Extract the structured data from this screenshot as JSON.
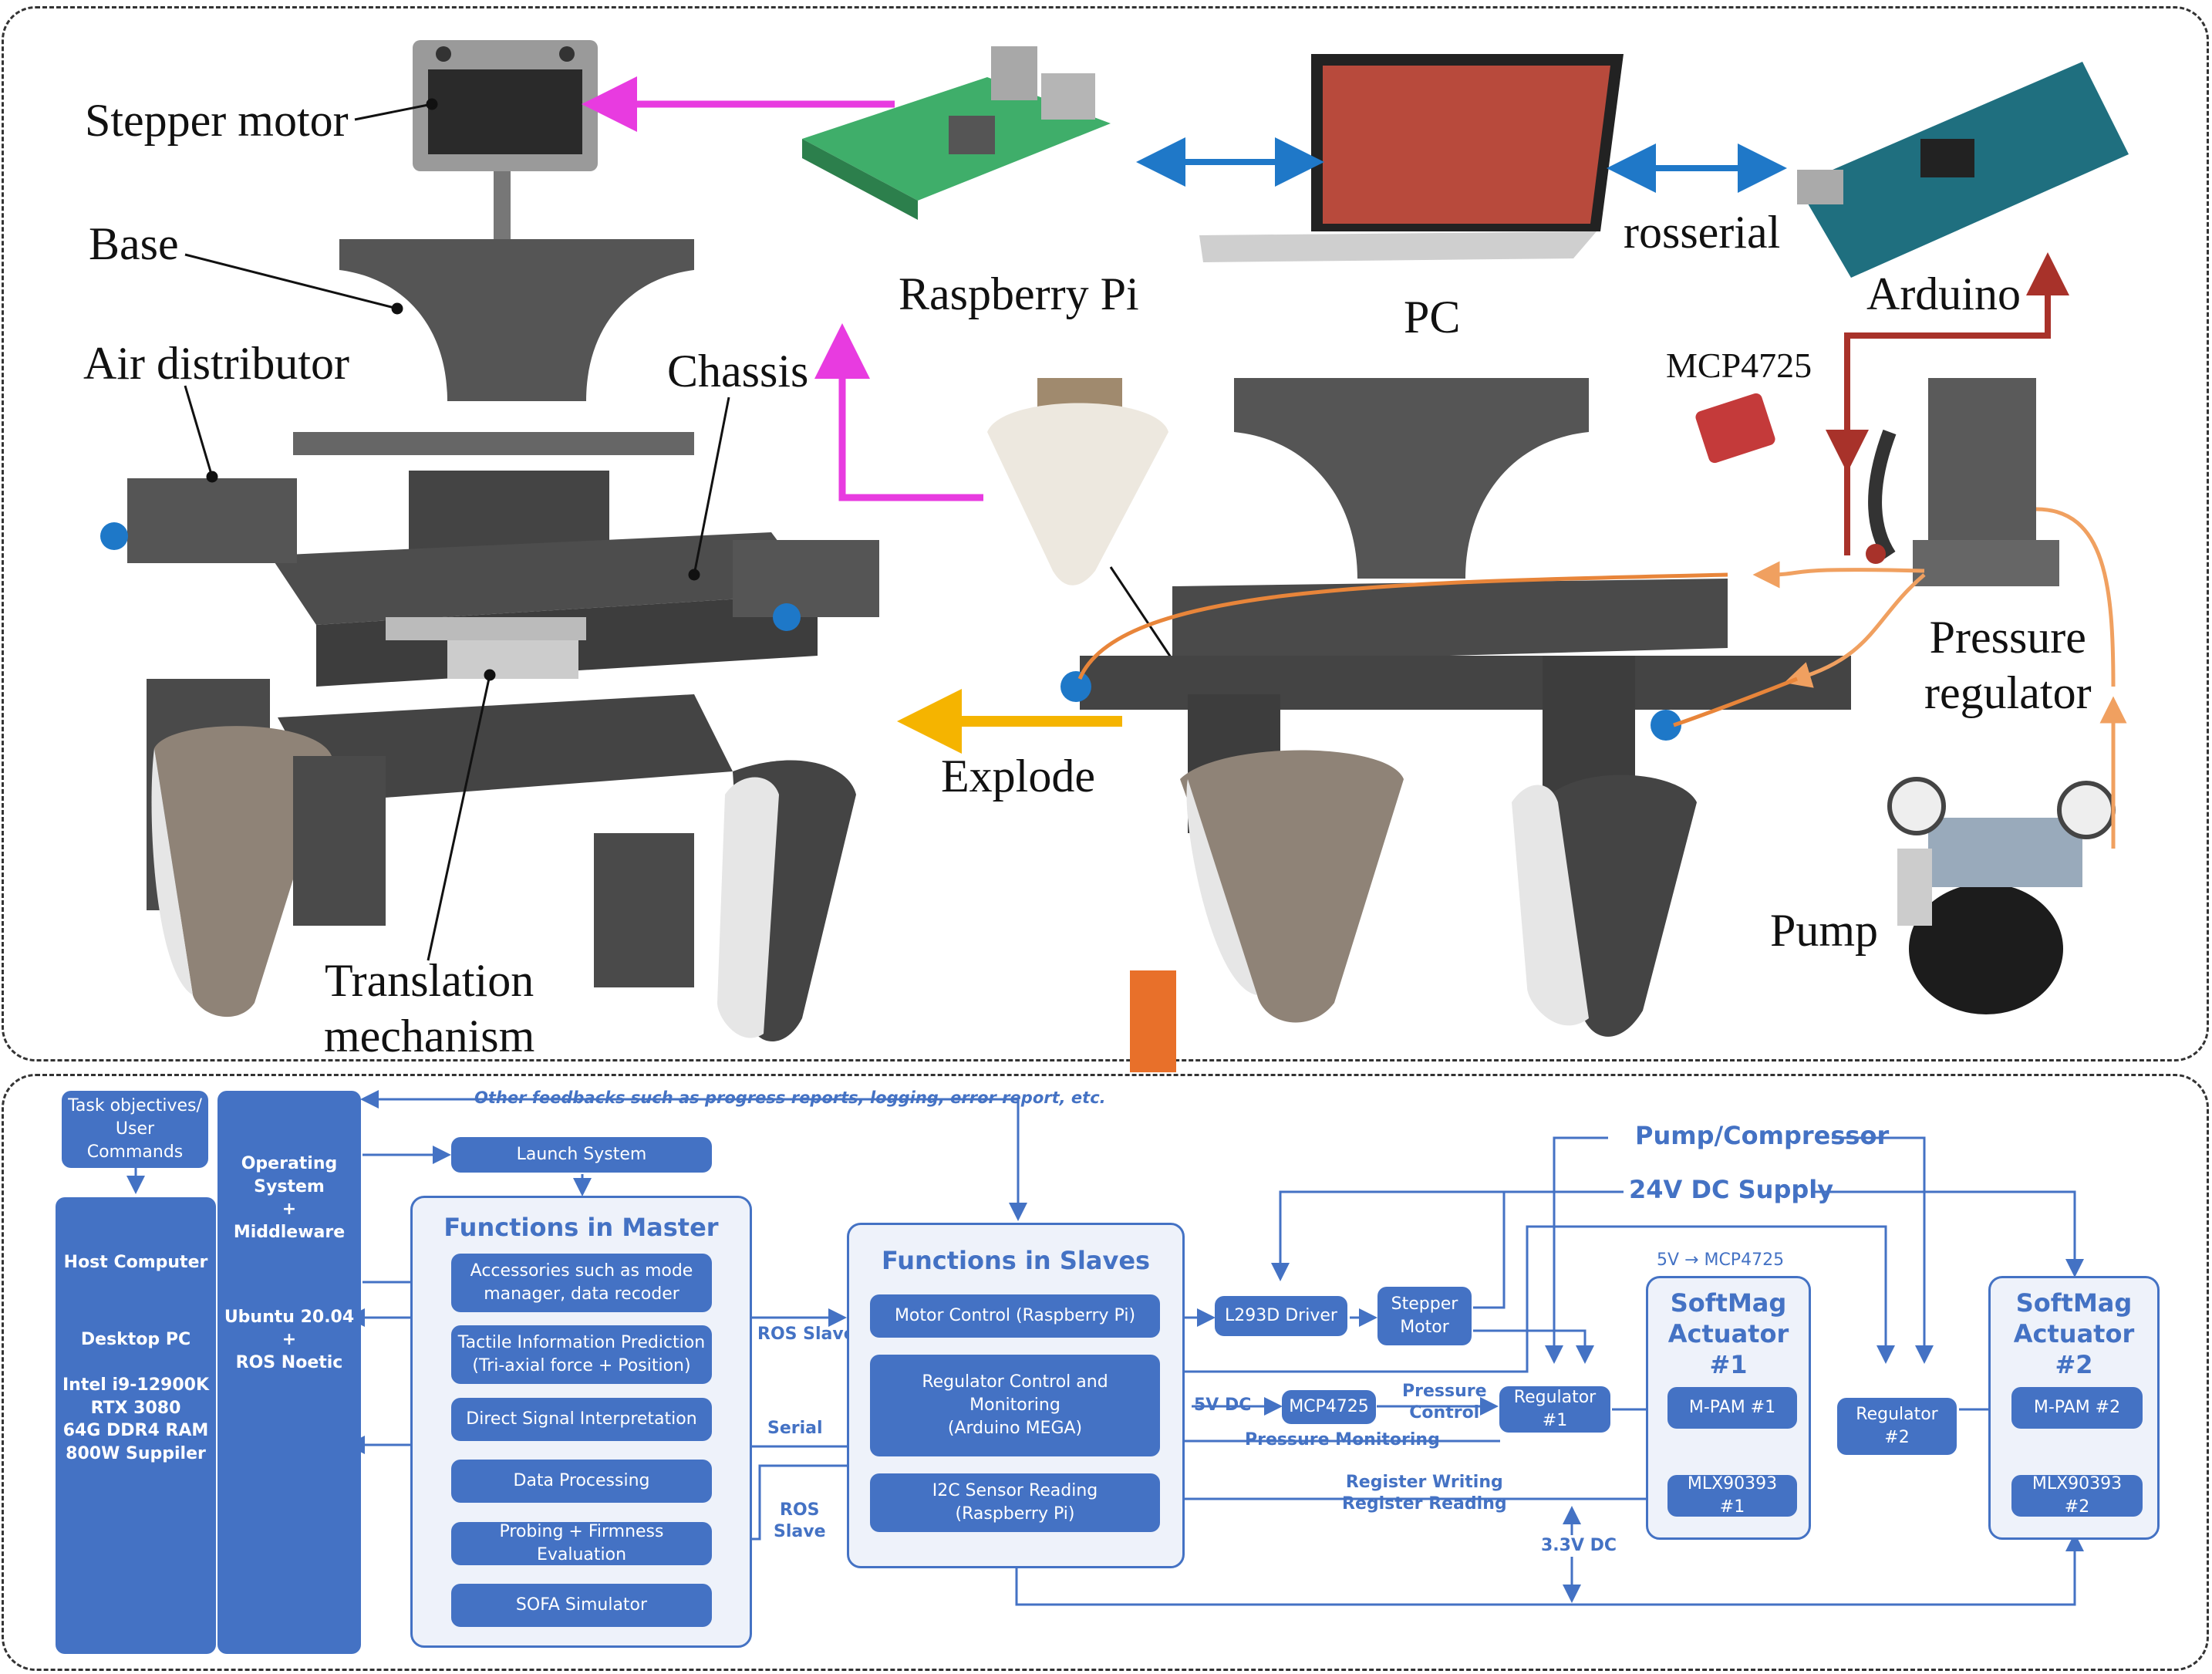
{
  "hardware": {
    "labels": {
      "stepper_motor": "Stepper motor",
      "base": "Base",
      "air_distributor": "Air distributor",
      "chassis": "Chassis",
      "translation_mechanism": "Translation\nmechanism",
      "raspberry_pi": "Raspberry Pi",
      "pc": "PC",
      "rosserial": "rosserial",
      "arduino": "Arduino",
      "mcp4725": "MCP4725",
      "pressure_regulator": "Pressure\nregulator",
      "explode": "Explode",
      "pump": "Pump"
    },
    "colors": {
      "signal_magenta": "#e83be0",
      "comm_blue": "#1f78c8",
      "power_red": "#a8322a",
      "air_orange": "#f0a060",
      "explode_yellow": "#f5b400",
      "down_arrow_orange": "#e8702a",
      "part_gray": "#4d4d4d"
    }
  },
  "block_diagram": {
    "accent": "#4472c4",
    "feedback_text": "Other feedbacks such as progress reports, logging, error report, etc.",
    "task_objectives": "Task objectives/\nUser Commands",
    "host_computer": {
      "title": "Host Computer",
      "spec": "Desktop PC\n\nIntel i9-12900K\nRTX 3080\n64G DDR4 RAM\n800W Suppiler"
    },
    "os": {
      "top": "Operating\nSystem\n+\nMiddleware",
      "bottom": "Ubuntu 20.04\n+\nROS Noetic"
    },
    "launch_system": "Launch System",
    "master": {
      "title": "Functions in Master",
      "items": [
        "Accessories such as mode\nmanager, data recoder",
        "Tactile Information Prediction\n(Tri-axial force + Position)",
        "Direct Signal Interpretation",
        "Data Processing",
        "Probing + Firmness Evaluation",
        "SOFA Simulator"
      ]
    },
    "links": {
      "ros_slave": "ROS Slave",
      "serial": "Serial",
      "ros_slave2": "ROS\nSlave"
    },
    "slaves": {
      "title": "Functions in Slaves",
      "motor_control": "Motor Control (Raspberry Pi)",
      "regulator_control": "Regulator Control and Monitoring\n(Arduino MEGA)",
      "i2c_reading": "I2C Sensor Reading\n(Raspberry Pi)"
    },
    "driver": "L293D Driver",
    "stepper_motor": "Stepper\nMotor",
    "pump_compressor": "Pump/Compressor",
    "dc_supply": "24V DC Supply",
    "v5_mcp": "5V → MCP4725",
    "v5_dc": "5V DC",
    "mcp4725": "MCP4725",
    "pressure_control": "Pressure\nControl",
    "pressure_monitoring": "Pressure Monitoring",
    "register_rw": "Register Writing\nRegister Reading",
    "v33_dc": "3.3V DC",
    "regulator1": "Regulator #1",
    "regulator2": "Regulator #2",
    "actuator1": {
      "title": "SoftMag\nActuator #1",
      "pam": "M-PAM #1",
      "mlx": "MLX90393 #1"
    },
    "actuator2": {
      "title": "SoftMag\nActuator #2",
      "pam": "M-PAM #2",
      "mlx": "MLX90393 #2"
    }
  }
}
